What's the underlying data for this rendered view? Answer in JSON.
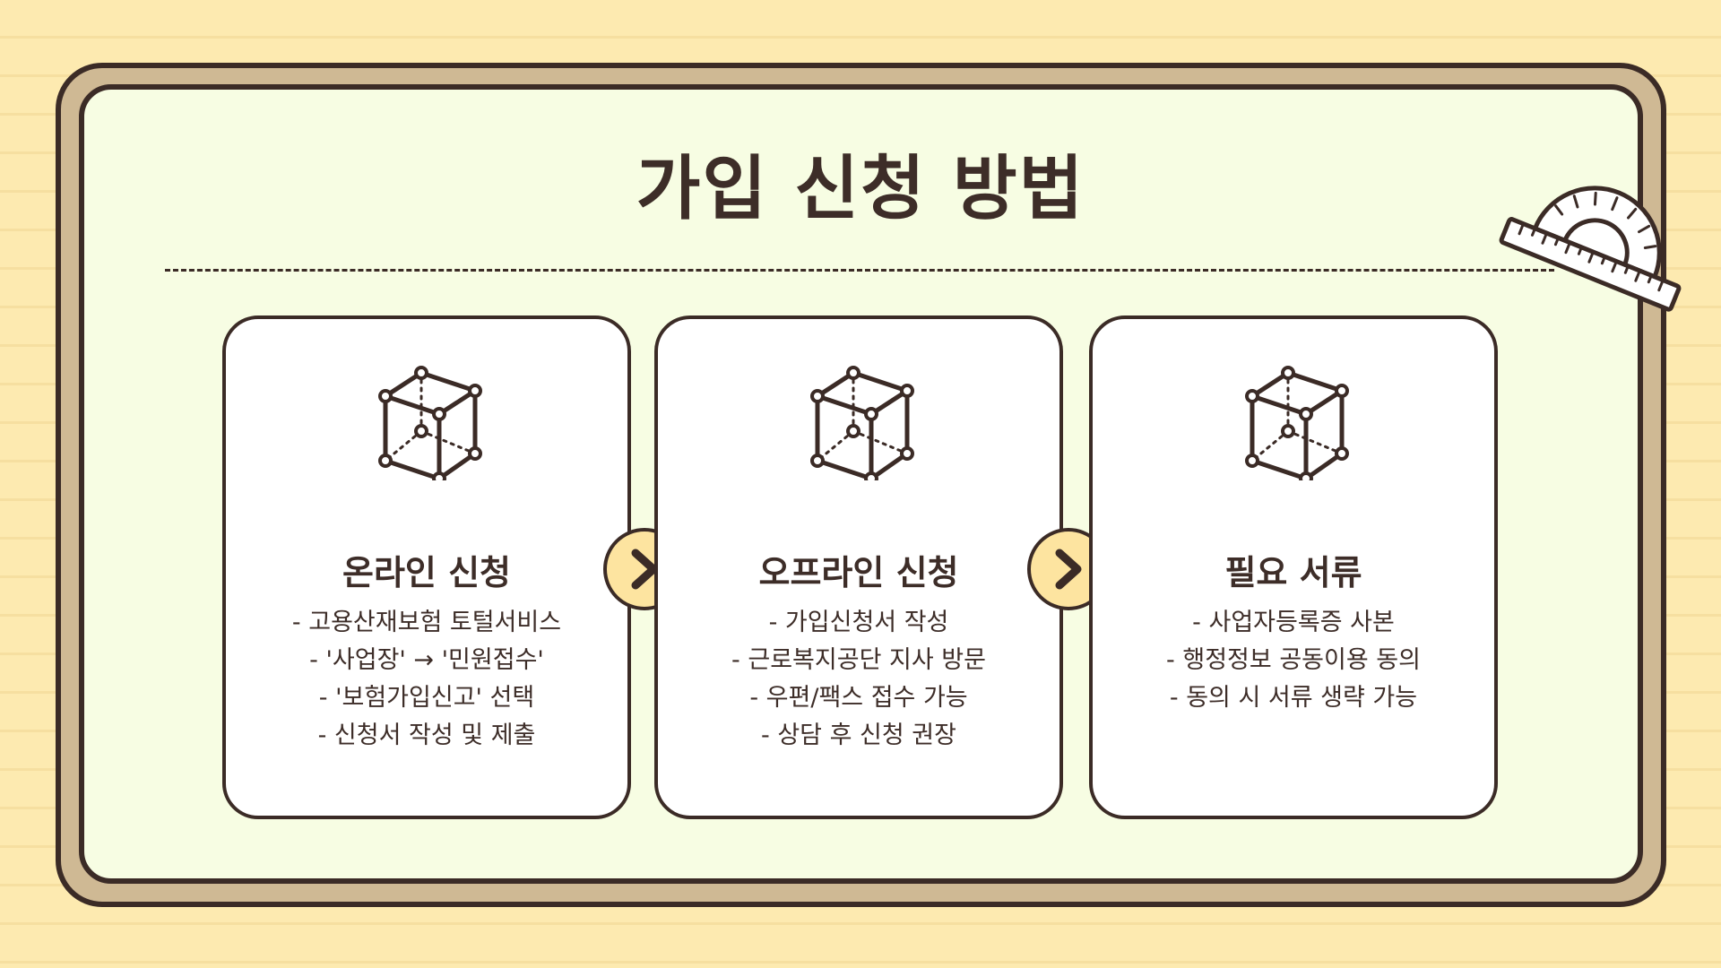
{
  "title": "가입 신청 방법",
  "icons": {
    "step": "cube-icon",
    "arrow": "chevron-right-icon",
    "decoration": "protractor-icon"
  },
  "colors": {
    "background": "#fdeab0",
    "board_frame": "#cfb994",
    "board_fill": "#f7fde3",
    "card_fill": "#ffffff",
    "arrow_fill": "#fde4a0",
    "outline": "#3b2b26",
    "text": "#3d2d28"
  },
  "cards": [
    {
      "title": "온라인 신청",
      "items": [
        "- 고용산재보험 토털서비스",
        "- '사업장' → '민원접수'",
        "- '보험가입신고' 선택",
        "- 신청서 작성 및 제출"
      ]
    },
    {
      "title": "오프라인 신청",
      "items": [
        "- 가입신청서 작성",
        "- 근로복지공단 지사 방문",
        "- 우편/팩스 접수 가능",
        "- 상담 후 신청 권장"
      ]
    },
    {
      "title": "필요 서류",
      "items": [
        "- 사업자등록증 사본",
        "- 행정정보 공동이용 동의",
        "- 동의 시 서류 생략 가능"
      ]
    }
  ]
}
